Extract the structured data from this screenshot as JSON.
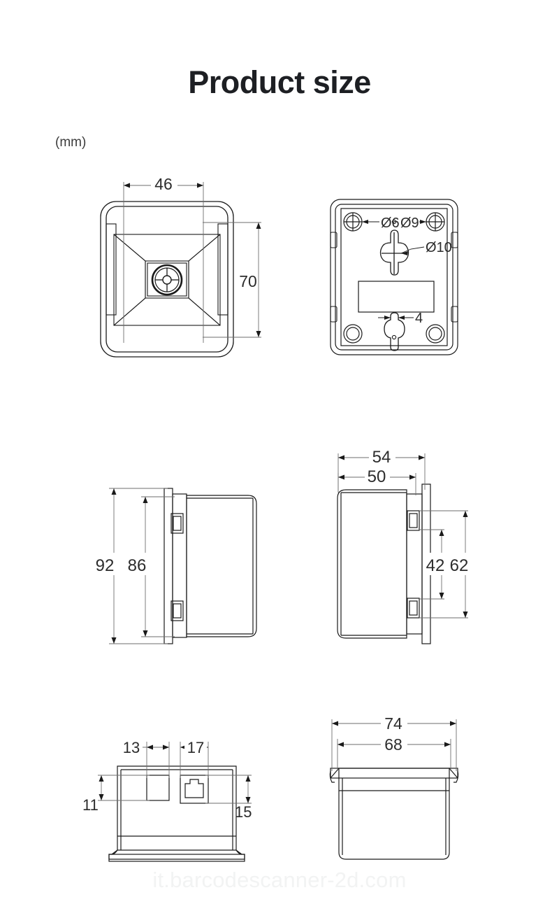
{
  "header": {
    "title": "Product size",
    "unit_label": "(mm)"
  },
  "watermark": {
    "text": "it.barcodescanner-2d.com"
  },
  "views": {
    "front": {
      "name": "front-view",
      "dimensions": {
        "width": "46",
        "height": "70"
      }
    },
    "back": {
      "name": "back-view",
      "dimensions": {
        "hole_small": "Ø6",
        "hole_medium": "Ø9",
        "hole_large": "Ø10",
        "slot_width": "4"
      }
    },
    "left_side": {
      "name": "left-side-view",
      "dimensions": {
        "overall_height": "92",
        "body_height": "86"
      }
    },
    "right_side": {
      "name": "right-side-view",
      "dimensions": {
        "overall_depth": "54",
        "body_depth": "50",
        "clip_span_inner": "42",
        "clip_span_outer": "62"
      }
    },
    "bottom": {
      "name": "bottom-view",
      "dimensions": {
        "cutout_width": "13",
        "port_width": "17",
        "cutout_height": "11",
        "port_height": "15"
      }
    },
    "top": {
      "name": "top-view",
      "dimensions": {
        "overall_width": "74",
        "body_width": "68"
      }
    }
  },
  "style": {
    "line_color": "#1a1a1a",
    "thin_line_color": "#6e6e6e",
    "background": "#ffffff",
    "title_color": "#1d1f23",
    "watermark_color": "#f2f3f3"
  }
}
